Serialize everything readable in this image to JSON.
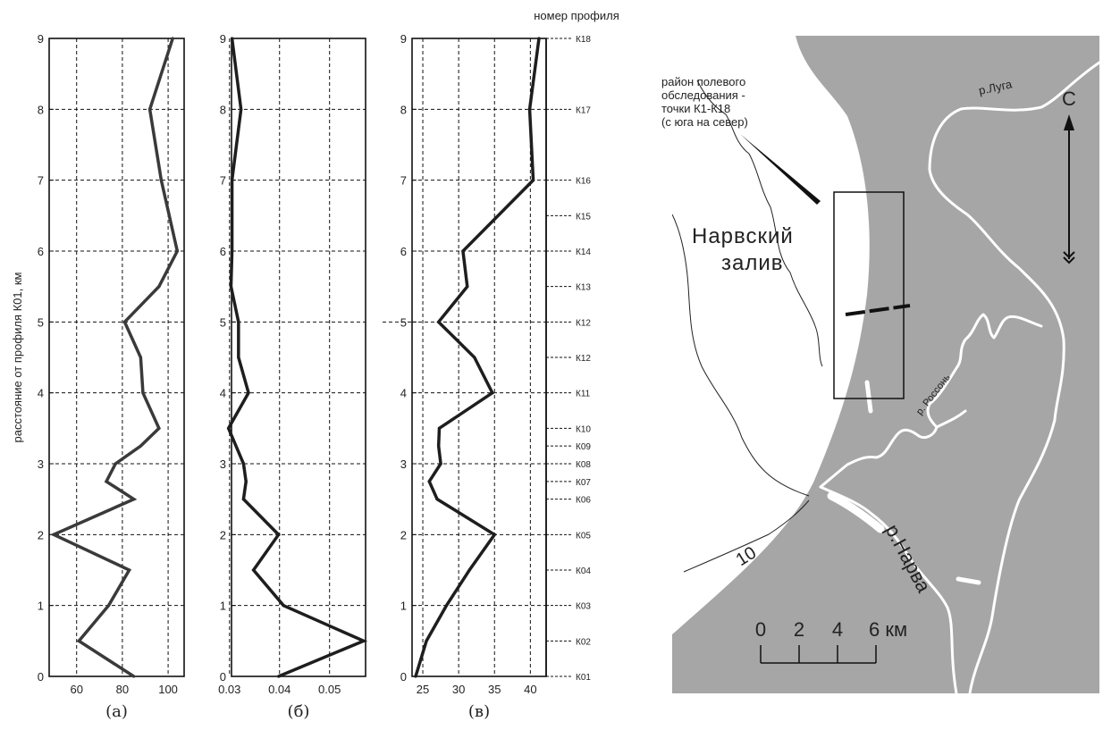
{
  "figure": {
    "y_axis_label": "расстояние от профиля К01, км",
    "profile_header": "номер профиля"
  },
  "chart_data": [
    {
      "type": "line",
      "panel_label": "(а)",
      "y": [
        0,
        0.5,
        1,
        1.5,
        2,
        2.5,
        2.75,
        3,
        3.25,
        3.5,
        4,
        4.5,
        5,
        5.5,
        6,
        7,
        8,
        9
      ],
      "x": [
        85,
        61,
        74,
        83,
        50,
        85,
        73,
        77,
        88,
        96,
        89,
        88,
        81,
        96,
        104,
        97,
        92,
        102
      ],
      "xticks": [
        60,
        80,
        100
      ],
      "xlim": [
        48,
        107
      ],
      "yticks": [
        0,
        1,
        2,
        3,
        4,
        5,
        6,
        7,
        8,
        9
      ],
      "ylim": [
        0,
        9
      ],
      "grid": true,
      "color": "#3a3a3a"
    },
    {
      "type": "line",
      "panel_label": "(б)",
      "y": [
        0,
        0.5,
        1,
        1.5,
        2,
        2.5,
        2.75,
        3,
        3.5,
        4,
        4.5,
        5,
        5.5,
        6,
        7,
        8,
        9
      ],
      "x": [
        0.0398,
        0.0568,
        0.0408,
        0.0348,
        0.0398,
        0.0328,
        0.0333,
        0.0328,
        0.0298,
        0.0338,
        0.0318,
        0.0318,
        0.0303,
        0.0305,
        0.0305,
        0.0323,
        0.0305
      ],
      "xticks": [
        0.03,
        0.04,
        0.05
      ],
      "xlim": [
        0.0304,
        0.0572
      ],
      "yticks": [
        0,
        1,
        2,
        3,
        4,
        5,
        6,
        7,
        8,
        9
      ],
      "ylim": [
        0,
        9
      ],
      "grid": true,
      "color": "#1e1e1e"
    },
    {
      "type": "line",
      "panel_label": "(в)",
      "y": [
        0,
        0.5,
        1,
        1.5,
        2,
        2.5,
        2.75,
        3,
        3.25,
        3.5,
        4,
        4.5,
        5,
        5.5,
        6,
        7,
        8,
        9
      ],
      "x": [
        24,
        25.5,
        28.3,
        31.5,
        35,
        27,
        25.9,
        27.5,
        27.2,
        27.3,
        34.7,
        32.2,
        27.2,
        31.2,
        30.6,
        40.4,
        39.9,
        41.2
      ],
      "xticks": [
        25,
        30,
        35,
        40
      ],
      "xlim": [
        23.5,
        42.2
      ],
      "yticks": [
        0,
        1,
        2,
        3,
        4,
        5,
        6,
        7,
        8,
        9
      ],
      "ylim": [
        0,
        9
      ],
      "grid": true,
      "color": "#1e1e1e",
      "profile_marks": [
        {
          "label": "К01",
          "y": 0
        },
        {
          "label": "К02",
          "y": 0.5
        },
        {
          "label": "К03",
          "y": 1
        },
        {
          "label": "К04",
          "y": 1.5
        },
        {
          "label": "К05",
          "y": 2
        },
        {
          "label": "К06",
          "y": 2.5
        },
        {
          "label": "К07",
          "y": 2.75
        },
        {
          "label": "К08",
          "y": 3
        },
        {
          "label": "К09",
          "y": 3.25
        },
        {
          "label": "К10",
          "y": 3.5
        },
        {
          "label": "К11",
          "y": 4
        },
        {
          "label": "К12",
          "y": 4.5
        },
        {
          "label": "К12",
          "y": 5
        },
        {
          "label": "К13",
          "y": 5.5
        },
        {
          "label": "К14",
          "y": 6
        },
        {
          "label": "К15",
          "y": 6.5
        },
        {
          "label": "К16",
          "y": 7
        },
        {
          "label": "К17",
          "y": 8
        },
        {
          "label": "К18",
          "y": 9
        }
      ]
    }
  ],
  "map": {
    "callout": [
      "район полевого",
      "обследования -",
      "точки К1-К18",
      "(с юга на север)"
    ],
    "gulf_name": [
      "Нарвский",
      "залив"
    ],
    "north_label": "С",
    "river_luga": "р.Луга",
    "river_rosson": "р. Россонь",
    "river_narva": "р.Нарва",
    "depth_contour": "10",
    "scale_ticks": [
      "0",
      "2",
      "4",
      "6 км"
    ],
    "land_color": "#a6a6a6",
    "water_color": "#ffffff",
    "river_color": "#ffffff"
  }
}
